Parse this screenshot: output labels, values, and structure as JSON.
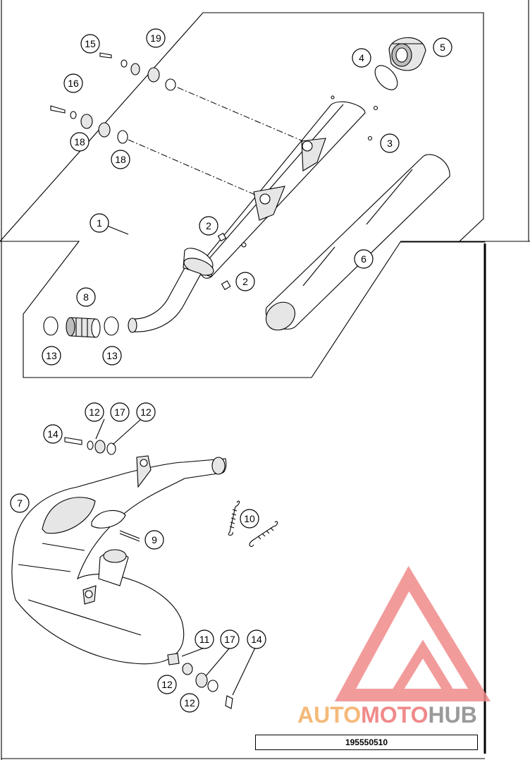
{
  "diagram": {
    "callouts": {
      "c1": "1",
      "c2a": "2",
      "c2b": "2",
      "c3": "3",
      "c4": "4",
      "c5": "5",
      "c6": "6",
      "c7": "7",
      "c8": "8",
      "c9": "9",
      "c10": "10",
      "c11": "11",
      "c12a": "12",
      "c12b": "12",
      "c12c": "12",
      "c12d": "12",
      "c13a": "13",
      "c13b": "13",
      "c14a": "14",
      "c14b": "14",
      "c15": "15",
      "c16": "16",
      "c17a": "17",
      "c17b": "17",
      "c18a": "18",
      "c18b": "18",
      "c19": "19"
    },
    "part_number": "195550510"
  },
  "watermark": {
    "text_part1": "AUTO",
    "text_part2": "MOTO",
    "text_part3": "HUB",
    "colors": {
      "auto": "#f5b97a",
      "moto": "#f08a8a",
      "hub": "#9a9a9a",
      "logo": "#f08a8a"
    }
  }
}
